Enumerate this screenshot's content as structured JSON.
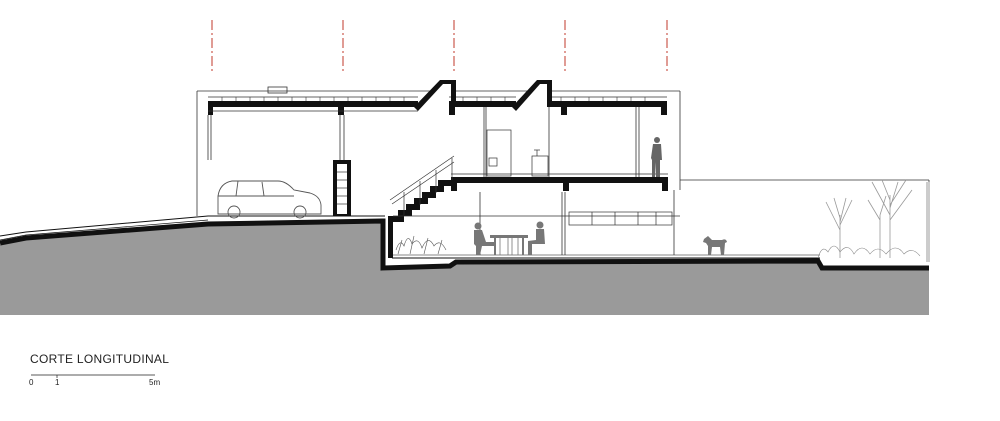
{
  "title": "CORTE LONGITUDINAL",
  "scale_bar": {
    "ticks": [
      "0",
      "1",
      "5m"
    ]
  },
  "colors": {
    "ink": "#111111",
    "ground_fill": "#9a9a9a",
    "light_line": "#9a9a9a",
    "axis_red": "#c0392b",
    "figure_gray": "#777777"
  },
  "entourage": {
    "car": "car-icon",
    "person": "person-icon",
    "seated_people": "dining-people-icon",
    "dog": "dog-icon",
    "trees": "tree-icon"
  }
}
